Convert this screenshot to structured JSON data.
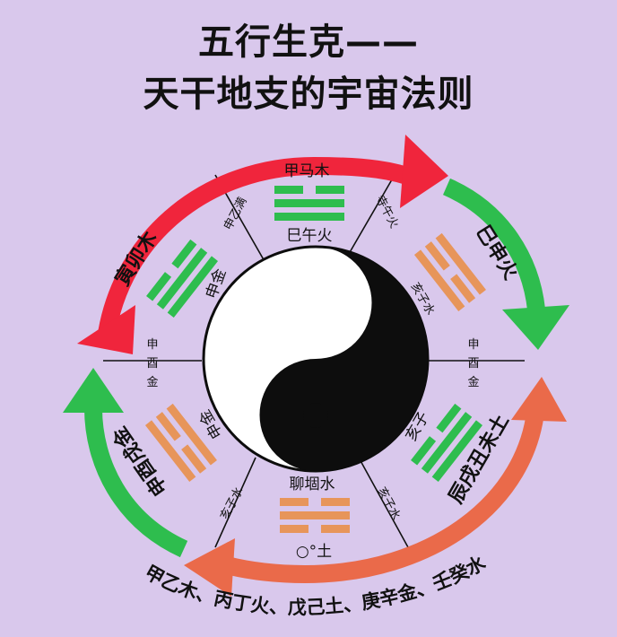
{
  "title": {
    "line1": "五行生克——",
    "line2": "天干地支的宇宙法则"
  },
  "colors": {
    "background": "#d9c8ec",
    "red": "#f0253c",
    "green": "#2ebd4e",
    "orange": "#ea6a4a",
    "trigram_orange": "#e7955a",
    "yin_black": "#0d0d0d",
    "yang_white": "#ffffff"
  },
  "sectors": {
    "top_upper": "甲马木",
    "top_lower": "巳午火",
    "top_left_spoke": "申乙满",
    "top_right_spoke": "寺午火",
    "upper_left": "寅卯木",
    "upper_left_inner": "申金",
    "upper_right": "巳申火",
    "upper_right_inner": "亥子水",
    "left_spoke": [
      "申",
      "酉",
      "金"
    ],
    "right_spoke": [
      "申",
      "酉",
      "金"
    ],
    "lower_left": "申酉戌金",
    "lower_left_inner": "申金",
    "lower_right": "辰戌丑未土",
    "lower_right_inner": "亥子",
    "bottom_upper": "聊堌水",
    "bottom_lower": "○°土",
    "bottom_left_spoke": "亥子水",
    "bottom_right_spoke": "亥子水"
  },
  "footer": "甲乙木、丙丁火、戊己土、庚辛金、壬癸水"
}
